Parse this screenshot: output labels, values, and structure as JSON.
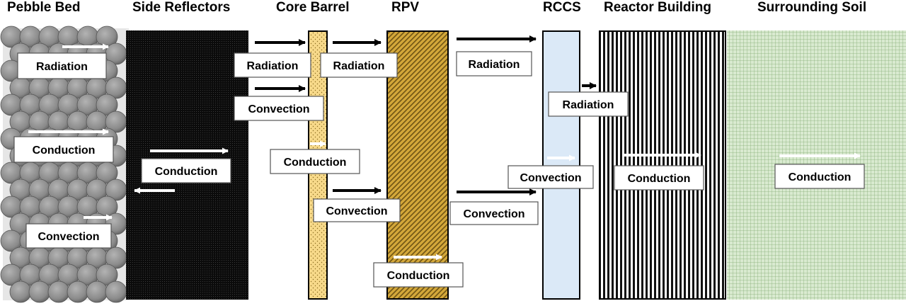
{
  "headers": {
    "pebble_bed": "Pebble Bed",
    "side_reflectors": "Side Reflectors",
    "core_barrel": "Core Barrel",
    "rpv": "RPV",
    "rccs": "RCCS",
    "reactor_building": "Reactor Building",
    "surrounding_soil": "Surrounding Soil"
  },
  "labels": {
    "pebble_radiation": "Radiation",
    "pebble_conduction": "Conduction",
    "pebble_convection": "Convection",
    "reflector_conduction": "Conduction",
    "gap1_radiation": "Radiation",
    "gap1_convection": "Convection",
    "barrel_conduction": "Conduction",
    "gap2_radiation": "Radiation",
    "gap2_convection": "Convection",
    "rpv_conduction": "Conduction",
    "gap3_radiation": "Radiation",
    "gap3_convection": "Convection",
    "rccs_radiation": "Radiation",
    "rccs_convection": "Convection",
    "building_conduction": "Conduction",
    "soil_conduction": "Conduction"
  },
  "colors": {
    "pebble": "#8c8c8c",
    "reflector": "#0b0b0b",
    "core_barrel": "#f7d98a",
    "rpv": "#d4a83a",
    "rccs": "#dbe9f7",
    "soil": "#d9ead0"
  }
}
